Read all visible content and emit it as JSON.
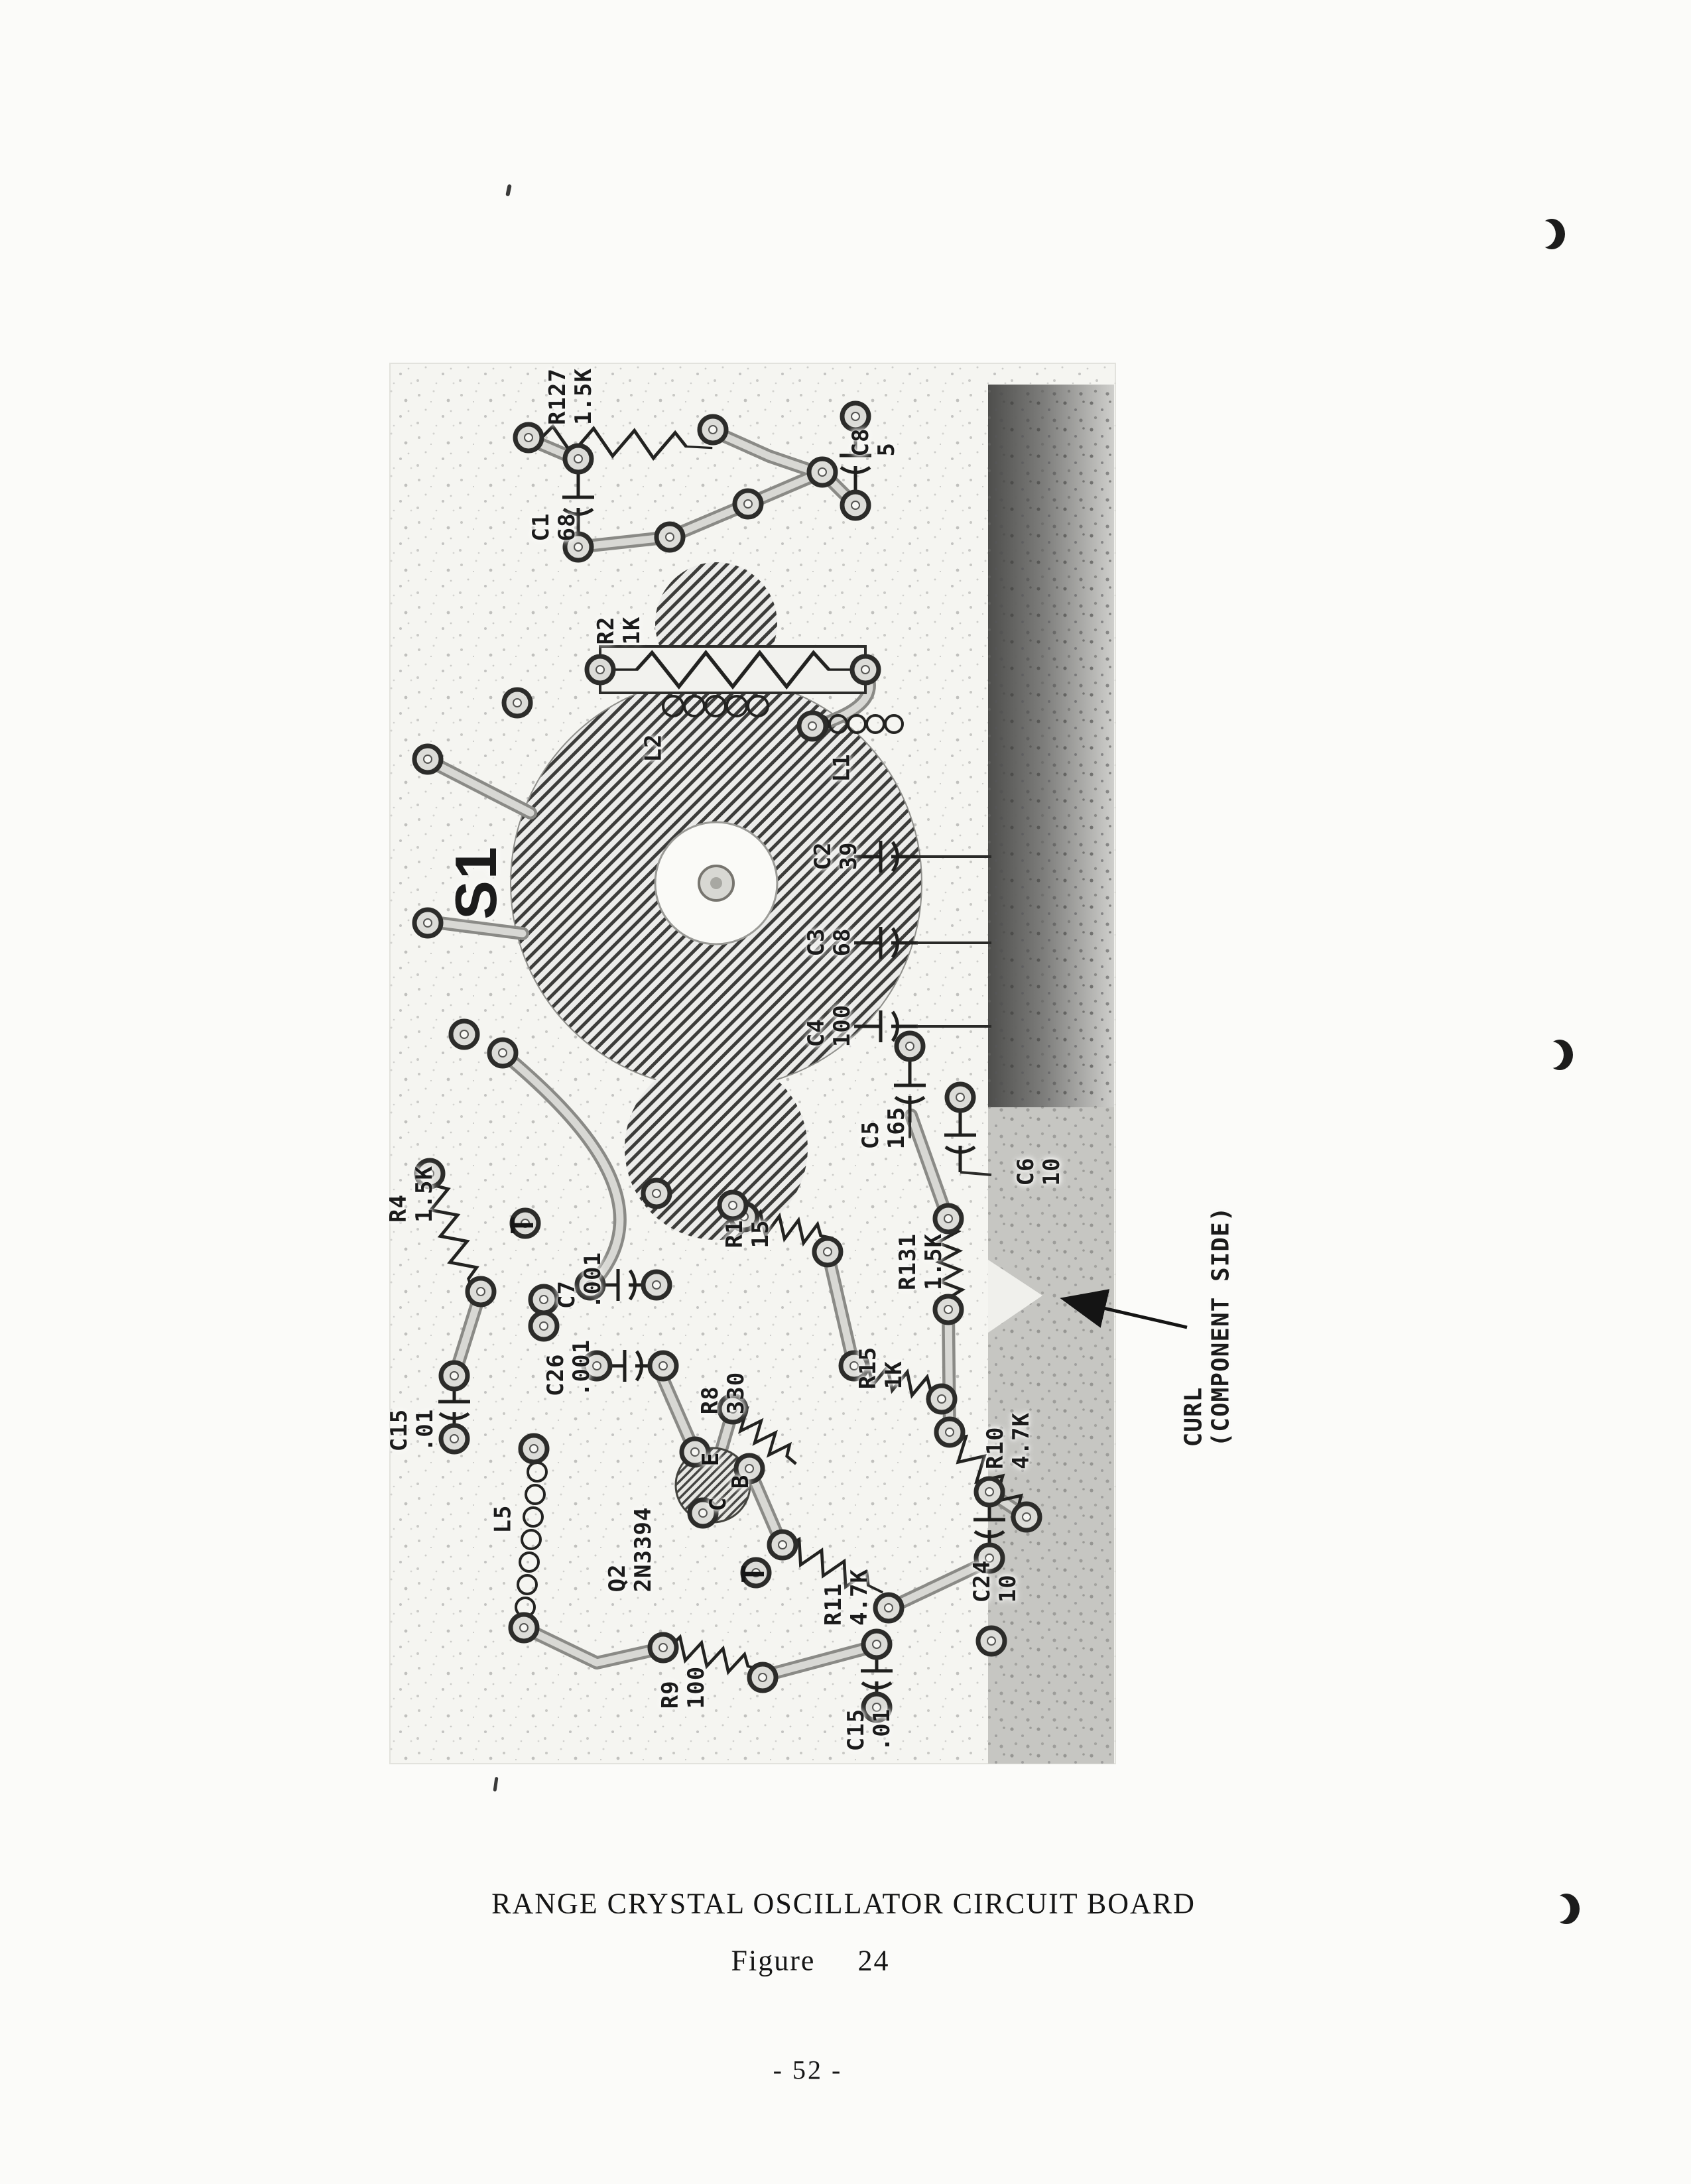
{
  "document": {
    "caption": "RANGE CRYSTAL OSCILLATOR CIRCUIT BOARD",
    "figure_word": "Figure",
    "figure_number": "24",
    "page_number": "- 52 -"
  },
  "figure": {
    "switch_label": "S1",
    "t_mark": "T",
    "transistor_pins": {
      "e": "E",
      "b": "B",
      "c": "C"
    },
    "annotation": {
      "line1": "CURL",
      "line2": "(COMPONENT SIDE)"
    },
    "labels": [
      {
        "designator": "R127",
        "value": "1.5K"
      },
      {
        "designator": "C1",
        "value": "68"
      },
      {
        "designator": "R2",
        "value": "1K"
      },
      {
        "designator": "C8",
        "value": "5"
      },
      {
        "designator": "L2",
        "value": ""
      },
      {
        "designator": "L1",
        "value": ""
      },
      {
        "designator": "C2",
        "value": "39"
      },
      {
        "designator": "C3",
        "value": "68"
      },
      {
        "designator": "C4",
        "value": "100"
      },
      {
        "designator": "C5",
        "value": "165"
      },
      {
        "designator": "C6",
        "value": "10"
      },
      {
        "designator": "R4",
        "value": "1.5K"
      },
      {
        "designator": "R1",
        "value": "15"
      },
      {
        "designator": "R131",
        "value": "1.5K"
      },
      {
        "designator": "C7",
        "value": ".001"
      },
      {
        "designator": "C26",
        "value": ".001"
      },
      {
        "designator": "R8",
        "value": "330"
      },
      {
        "designator": "R15",
        "value": "1K"
      },
      {
        "designator": "C15",
        "value": ".01"
      },
      {
        "designator": "R10",
        "value": "4.7K"
      },
      {
        "designator": "L5",
        "value": ""
      },
      {
        "designator": "Q2",
        "value": "2N3394"
      },
      {
        "designator": "R11",
        "value": "4.7K"
      },
      {
        "designator": "C24",
        "value": "10"
      },
      {
        "designator": "R9",
        "value": "100"
      },
      {
        "designator": "C15",
        "value": ".01"
      }
    ]
  }
}
